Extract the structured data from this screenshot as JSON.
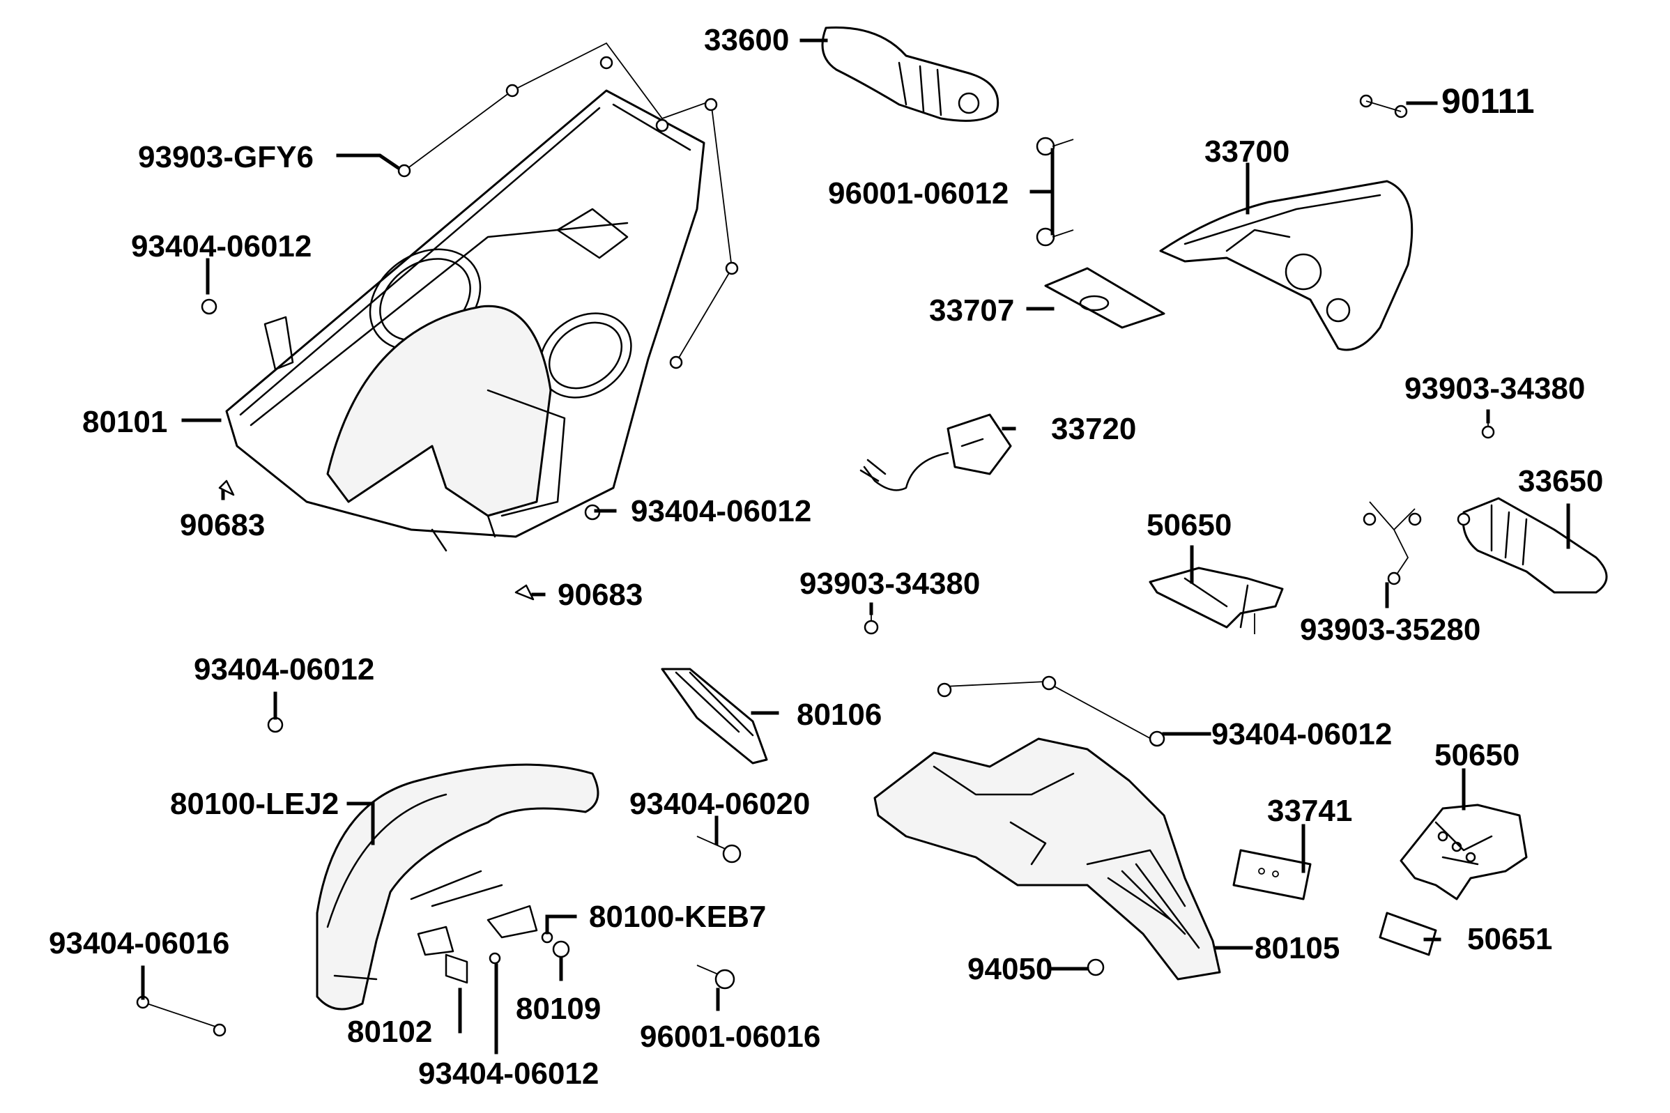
{
  "labels": {
    "p33600": "33600",
    "p90111": "90111",
    "p93903_gfy6": "93903-GFY6",
    "p33700": "33700",
    "p96001_06012": "96001-06012",
    "p93404_06012_a": "93404-06012",
    "p33707": "33707",
    "p80101": "80101",
    "p93903_34380_a": "93903-34380",
    "p33720": "33720",
    "p33650": "33650",
    "p90683_a": "90683",
    "p93404_06012_b": "93404-06012",
    "p50650_a": "50650",
    "p90683_b": "90683",
    "p93903_34380_b": "93903-34380",
    "p93903_35280": "93903-35280",
    "p93404_06012_c": "93404-06012",
    "p80106": "80106",
    "p93404_06012_d": "93404-06012",
    "p50650_b": "50650",
    "p80100_lej2": "80100-LEJ2",
    "p93404_06020": "93404-06020",
    "p33741": "33741",
    "p80100_keb7": "80100-KEB7",
    "p50651": "50651",
    "p93404_06016": "93404-06016",
    "p80105": "80105",
    "p94050": "94050",
    "p80109": "80109",
    "p80102": "80102",
    "p96001_06016": "96001-06016",
    "p93404_06012_e": "93404-06012"
  },
  "colors": {
    "ink": "#000000",
    "background": "#ffffff"
  }
}
